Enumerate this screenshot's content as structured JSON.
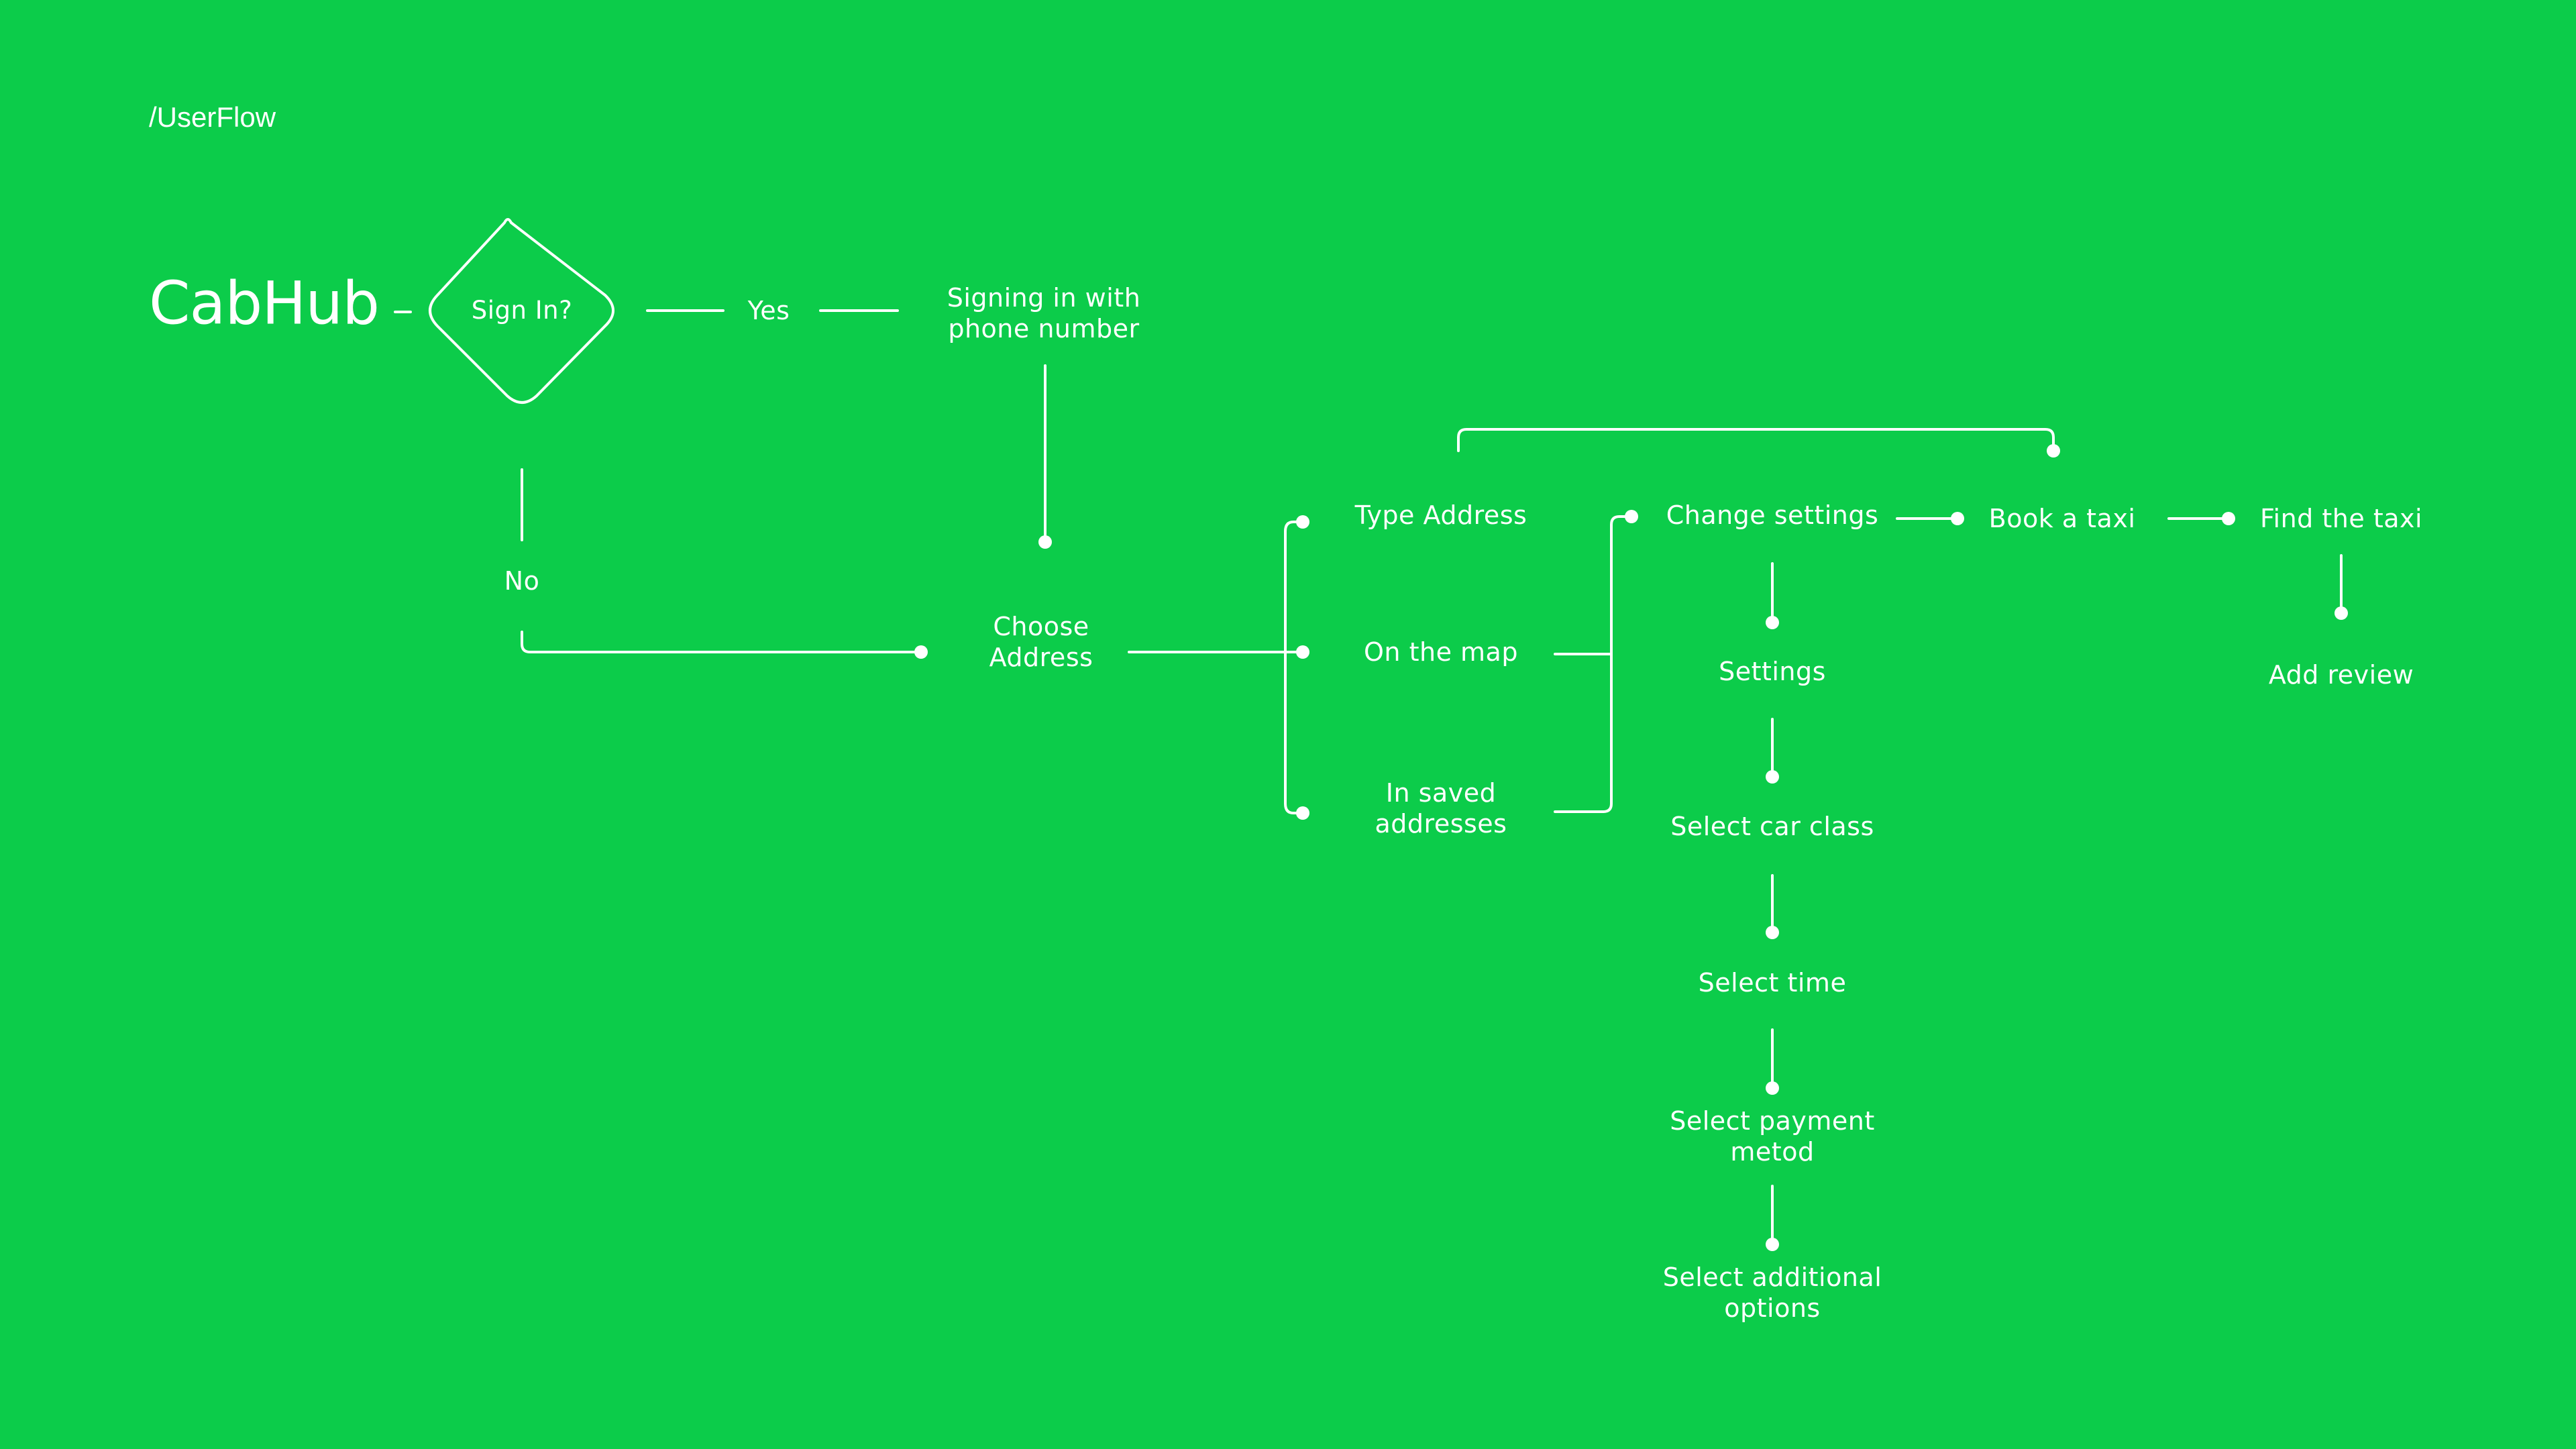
{
  "breadcrumb": "/UserFlow",
  "brand": "CabHub",
  "colors": {
    "background": "#0ccc4a",
    "line": "#ffffff",
    "text": "#ffffff"
  },
  "decision": {
    "label": "Sign In?",
    "yes": "Yes",
    "no": "No"
  },
  "nodes": {
    "signing_in": "Signing in with\nphone number",
    "choose_address": "Choose\nAddress",
    "type_address": "Type Address",
    "on_the_map": "On the map",
    "saved_addresses": "In saved\naddresses",
    "change_settings": "Change settings",
    "book_taxi": "Book a taxi",
    "find_taxi": "Find the taxi",
    "add_review": "Add review",
    "settings": "Settings",
    "select_car_class": "Select car class",
    "select_time": "Select time",
    "select_payment": "Select payment\nmetod",
    "select_additional": "Select additional\noptions"
  }
}
